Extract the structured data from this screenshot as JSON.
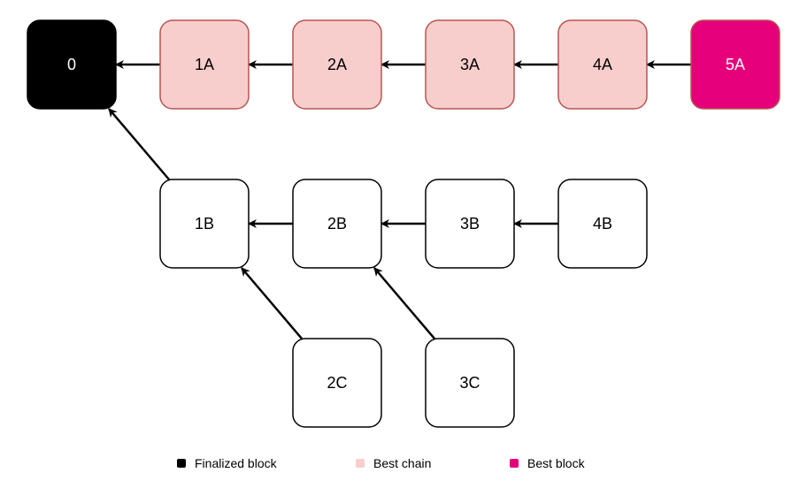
{
  "colors": {
    "finalized": "#000000",
    "best_chain_fill": "#f8cecc",
    "best_chain_stroke": "#b85450",
    "best_block": "#e6007a",
    "default_fill": "#ffffff",
    "default_stroke": "#000000",
    "arrow": "#000000"
  },
  "blocks": [
    {
      "id": "0",
      "label": "0",
      "kind": "finalized"
    },
    {
      "id": "1A",
      "label": "1A",
      "kind": "best-chain"
    },
    {
      "id": "2A",
      "label": "2A",
      "kind": "best-chain"
    },
    {
      "id": "3A",
      "label": "3A",
      "kind": "best-chain"
    },
    {
      "id": "4A",
      "label": "4A",
      "kind": "best-chain"
    },
    {
      "id": "5A",
      "label": "5A",
      "kind": "best-block"
    },
    {
      "id": "1B",
      "label": "1B",
      "kind": "default"
    },
    {
      "id": "2B",
      "label": "2B",
      "kind": "default"
    },
    {
      "id": "3B",
      "label": "3B",
      "kind": "default"
    },
    {
      "id": "4B",
      "label": "4B",
      "kind": "default"
    },
    {
      "id": "2C",
      "label": "2C",
      "kind": "default"
    },
    {
      "id": "3C",
      "label": "3C",
      "kind": "default"
    }
  ],
  "edges": [
    {
      "from": "1A",
      "to": "0"
    },
    {
      "from": "2A",
      "to": "1A"
    },
    {
      "from": "3A",
      "to": "2A"
    },
    {
      "from": "4A",
      "to": "3A"
    },
    {
      "from": "5A",
      "to": "4A"
    },
    {
      "from": "1B",
      "to": "0"
    },
    {
      "from": "2B",
      "to": "1B"
    },
    {
      "from": "3B",
      "to": "2B"
    },
    {
      "from": "4B",
      "to": "3B"
    },
    {
      "from": "2C",
      "to": "1B"
    },
    {
      "from": "3C",
      "to": "2B"
    }
  ],
  "legend": {
    "finalized": "Finalized block",
    "best_chain": "Best chain",
    "best_block": "Best block"
  }
}
